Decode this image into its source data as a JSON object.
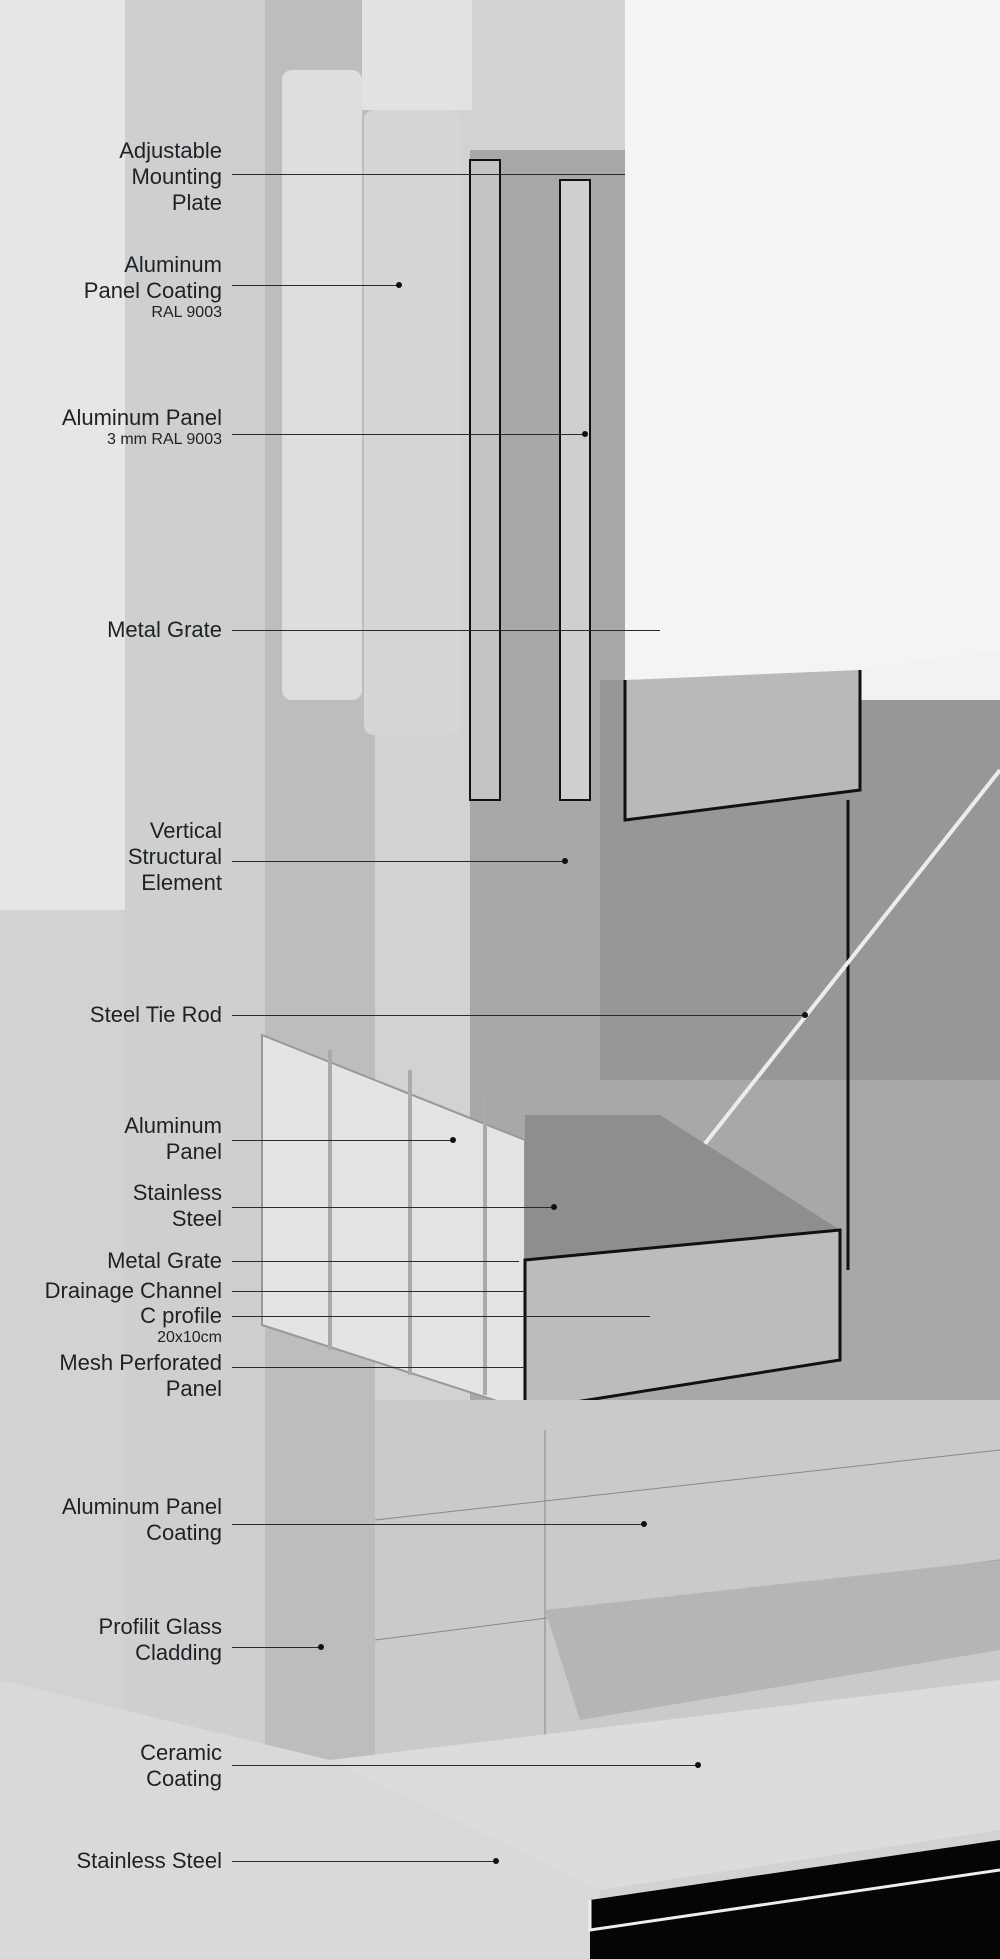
{
  "title": "Facade Section Detail",
  "labels": [
    {
      "lines": [
        "Adjustable",
        "Mounting",
        "Plate"
      ],
      "sub": ""
    },
    {
      "lines": [
        "Aluminum",
        "Panel Coating"
      ],
      "sub": "RAL 9003"
    },
    {
      "lines": [
        "Aluminum Panel"
      ],
      "sub": "3 mm RAL 9003"
    },
    {
      "lines": [
        "Metal Grate"
      ],
      "sub": ""
    },
    {
      "lines": [
        "Vertical",
        "Structural",
        "Element"
      ],
      "sub": ""
    },
    {
      "lines": [
        "Steel Tie Rod"
      ],
      "sub": ""
    },
    {
      "lines": [
        "Aluminum",
        "Panel"
      ],
      "sub": ""
    },
    {
      "lines": [
        "Stainless",
        "Steel"
      ],
      "sub": ""
    },
    {
      "lines": [
        "Metal Grate"
      ],
      "sub": ""
    },
    {
      "lines": [
        "Drainage Channel"
      ],
      "sub": ""
    },
    {
      "lines": [
        "C profile"
      ],
      "sub": "20x10cm"
    },
    {
      "lines": [
        "Mesh Perforated",
        "Panel"
      ],
      "sub": ""
    },
    {
      "lines": [
        "Aluminum Panel",
        "Coating"
      ],
      "sub": ""
    },
    {
      "lines": [
        "Profilit Glass",
        "Cladding"
      ],
      "sub": ""
    },
    {
      "lines": [
        "Ceramic",
        "Coating"
      ],
      "sub": ""
    },
    {
      "lines": [
        "Stainless Steel"
      ],
      "sub": ""
    }
  ]
}
